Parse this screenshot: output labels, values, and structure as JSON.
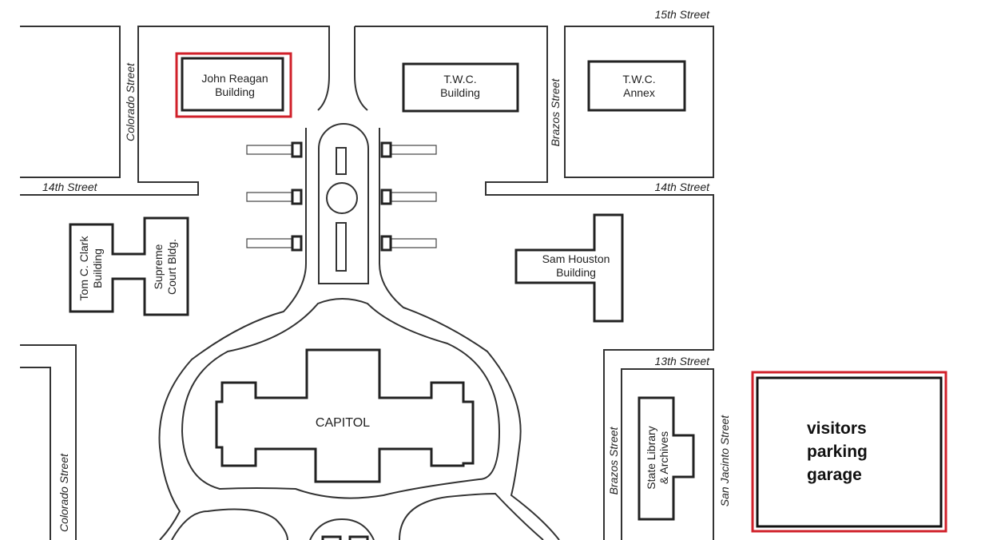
{
  "streets": {
    "fifteenth": "15th Street",
    "fourteenth_left": "14th Street",
    "fourteenth_right": "14th Street",
    "thirteenth": "13th Street",
    "colorado_top": "Colorado Street",
    "colorado_bottom": "Colorado Street",
    "brazos_top": "Brazos Street",
    "brazos_bottom": "Brazos Street",
    "san_jacinto": "San Jacinto Street"
  },
  "buildings": {
    "john_reagan": [
      "John Reagan",
      "Building"
    ],
    "twc_building": [
      "T.W.C.",
      "Building"
    ],
    "twc_annex": [
      "T.W.C.",
      "Annex"
    ],
    "tom_c_clark": [
      "Tom C. Clark",
      "Building"
    ],
    "supreme_court": [
      "Supreme",
      "Court Bldg."
    ],
    "sam_houston": [
      "Sam Houston",
      "Building"
    ],
    "capitol": "CAPITOL",
    "state_library": [
      "State Library",
      "& Archives"
    ],
    "parking": [
      "visitors",
      "parking",
      "garage"
    ]
  },
  "colors": {
    "highlight": "#d0202a",
    "line": "#333333"
  }
}
